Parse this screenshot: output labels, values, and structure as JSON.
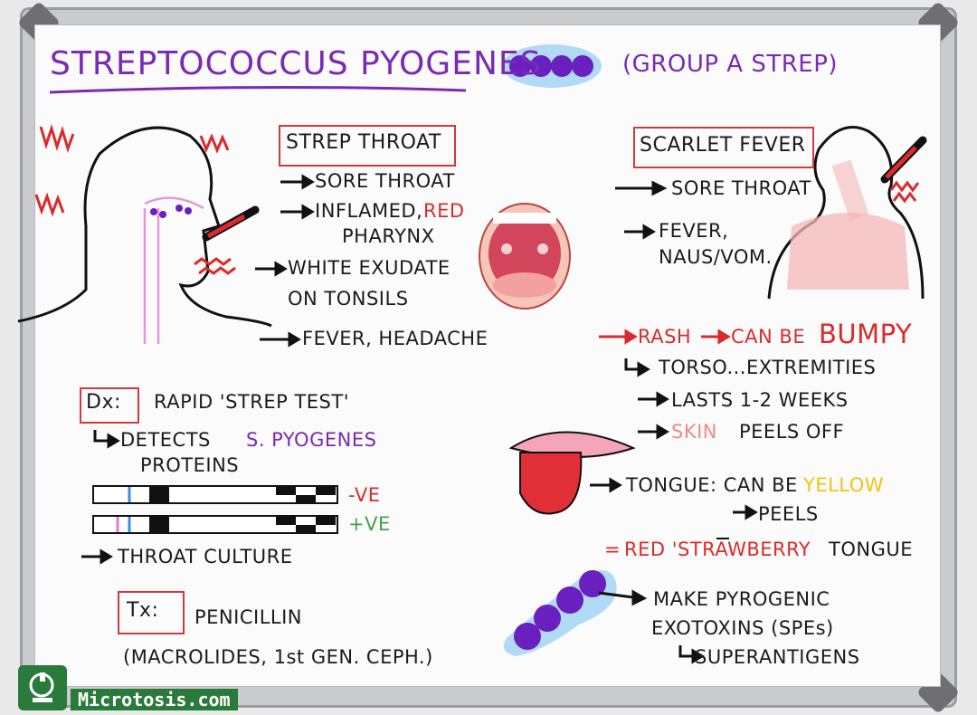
{
  "title": "STREPTOCOCCUS PYOGENES",
  "subtitle": "(GROUP A STREP)",
  "strep_throat": {
    "heading": "STREP THROAT",
    "items": [
      "SORE THROAT",
      "INFLAMED,",
      "RED",
      "PHARYNX",
      "WHITE EXUDATE",
      "ON TONSILS",
      "FEVER, HEADACHE"
    ]
  },
  "diagnosis": {
    "label": "Dx:",
    "test": "RAPID 'STREP TEST'",
    "detects_prefix": "DETECTS",
    "detects_target": "S. PYOGENES",
    "proteins": "PROTEINS",
    "negative": "-VE",
    "positive": "+VE",
    "culture": "THROAT CULTURE"
  },
  "treatment": {
    "label": "Tx:",
    "drug": "PENICILLIN",
    "alternatives": "(MACROLIDES, 1st GEN. CEPH.)"
  },
  "scarlet_fever": {
    "heading": "SCARLET FEVER",
    "sore_throat": "SORE THROAT",
    "fever": "FEVER,",
    "naus": "NAUS/VOM.",
    "rash": "RASH",
    "can_be": "CAN BE",
    "bumpy": "BUMPY",
    "torso": "TORSO...EXTREMITIES",
    "lasts": "LASTS 1-2 WEEKS",
    "skin": "SKIN",
    "peels_off": "PEELS OFF",
    "tongue": "TONGUE: CAN BE",
    "yellow": "YELLOW",
    "peels": "PEELS",
    "equals": "=",
    "red_strawberry": "RED 'STRAWBERRY",
    "tongue_word": "TONGUE",
    "make": "MAKE PYROGENIC",
    "exotoxins": "EXOTOXINS (SPEs)",
    "superantigens": "SUPERANTIGENS"
  },
  "logo_text": "Microtosis.com",
  "colors": {
    "purple": "#7a2ab5",
    "red": "#d92b2b",
    "green": "#43a047",
    "yellow": "#f1c40f",
    "logo_green": "#2a7a3b"
  }
}
